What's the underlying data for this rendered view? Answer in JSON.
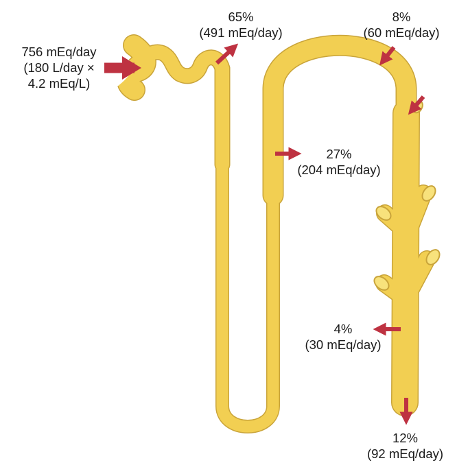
{
  "diagram": {
    "colors": {
      "tubule_fill": "#f2cf52",
      "tubule_outline": "#c9a43a",
      "lumen": "#f8e27c",
      "arrow": "#be3241",
      "text": "#1a1a1a"
    },
    "labels": {
      "filtered": {
        "line1": "756 mEq/day",
        "line2": "(180 L/day ×",
        "line3": "4.2 mEq/L)"
      },
      "proximal": {
        "percent": "65%",
        "amount": "(491 mEq/day)"
      },
      "loop": {
        "percent": "27%",
        "amount": "(204 mEq/day)"
      },
      "distal": {
        "percent": "8%",
        "amount": "(60 mEq/day)"
      },
      "collecting": {
        "percent": "4%",
        "amount": "(30 mEq/day)"
      },
      "excreted": {
        "percent": "12%",
        "amount": "(92 mEq/day)"
      }
    },
    "segments": [
      "bowman-capsule",
      "proximal-convoluted-tubule",
      "descending-limb",
      "thin-loop",
      "thick-ascending-limb",
      "distal-tubule",
      "collecting-duct",
      "duct-branches"
    ],
    "arrows": [
      "filtered-load-arrow",
      "proximal-reabsorption-arrow",
      "loop-reabsorption-arrow",
      "distal-reabsorption-arrow",
      "distal-secretion-arrow",
      "collecting-reabsorption-arrow",
      "excretion-arrow"
    ]
  }
}
